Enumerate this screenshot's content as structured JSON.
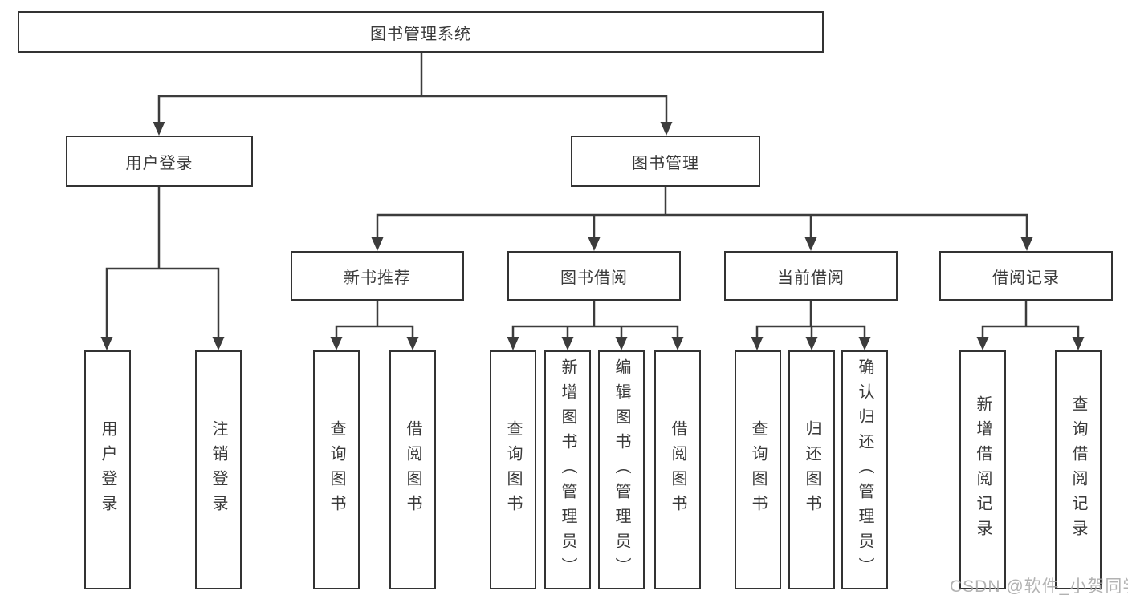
{
  "diagram": {
    "root": {
      "label": "图书管理系统"
    },
    "level2": [
      {
        "label": "用户登录"
      },
      {
        "label": "图书管理"
      }
    ],
    "level3": [
      {
        "label": "新书推荐"
      },
      {
        "label": "图书借阅"
      },
      {
        "label": "当前借阅"
      },
      {
        "label": "借阅记录"
      }
    ],
    "leafGroups": [
      {
        "parent": "用户登录",
        "items": [
          "用户登录",
          "注销登录"
        ]
      },
      {
        "parent": "新书推荐",
        "items": [
          "查询图书",
          "借阅图书"
        ]
      },
      {
        "parent": "图书借阅",
        "items": [
          "查询图书",
          "新增图书（管理员）",
          "编辑图书（管理员）",
          "借阅图书"
        ]
      },
      {
        "parent": "当前借阅",
        "items": [
          "查询图书",
          "归还图书",
          "确认归还（管理员）"
        ]
      },
      {
        "parent": "借阅记录",
        "items": [
          "新增借阅记录",
          "查询借阅记录"
        ]
      }
    ]
  },
  "watermark": {
    "text": "CSDN @软件_小贺同学"
  },
  "colors": {
    "line": "#3c3c3c",
    "box_border": "#333333",
    "text": "#3a3a3a",
    "watermark": "#a5a5a5",
    "background": "#ffffff"
  }
}
